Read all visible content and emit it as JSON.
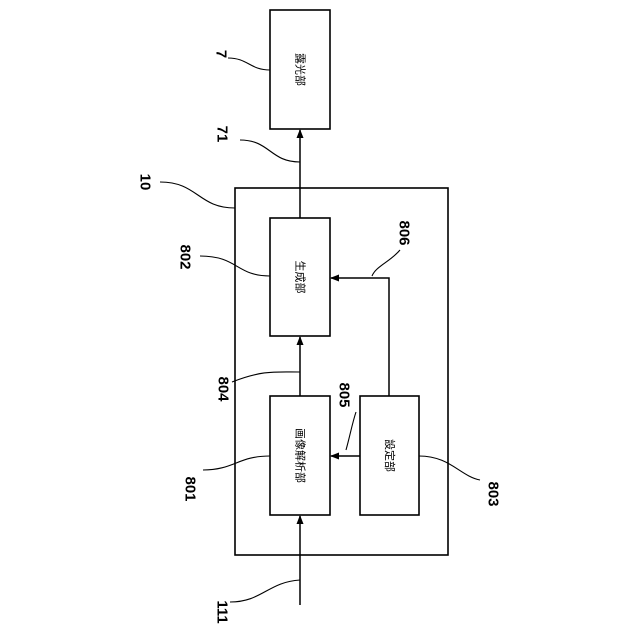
{
  "blocks": {
    "exposure": "露光部",
    "generation": "生成部",
    "image_analysis": "画像解析部",
    "setting": "設定部"
  },
  "refs": {
    "r7": "7",
    "r71": "71",
    "r10": "10",
    "r802": "802",
    "r806": "806",
    "r804": "804",
    "r805": "805",
    "r801": "801",
    "r803": "803",
    "r111": "111"
  }
}
